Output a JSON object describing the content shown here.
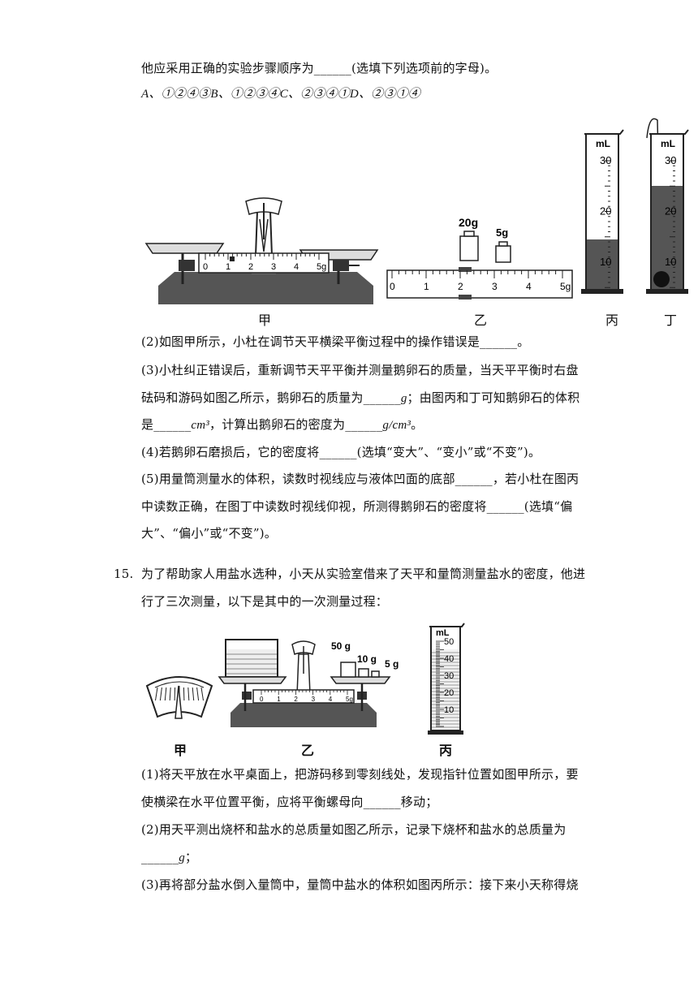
{
  "q14": {
    "line_intro": "他应采用正确的实验步骤顺序为______(选填下列选项前的字母)。",
    "options": "A、①②④③B、①②③④C、②③④①D、②③①④",
    "figure_labels": [
      "甲",
      "乙",
      "丙",
      "丁"
    ],
    "balance_scale_ticks": [
      "0",
      "1",
      "2",
      "3",
      "4",
      "5g"
    ],
    "weights": [
      "20g",
      "5g"
    ],
    "cylinder_unit": "mL",
    "cylinder_ticks": [
      "30",
      "20",
      "10"
    ],
    "q2": "(2)如图甲所示，小杜在调节天平横梁平衡过程中的操作错误是______。",
    "q3_line1": "(3)小杜纠正错误后，重新调节天平平衡并测量鹅卵石的质量，当天平平衡时右盘",
    "q3_line2_a": "砝码和游码如图乙所示，鹅卵石的质量为______",
    "q3_line2_unit": "g",
    "q3_line2_b": "；由图丙和丁可知鹅卵石的体积",
    "q3_line3_a": "是______",
    "q3_line3_unit1": "cm³",
    "q3_line3_b": "，计算出鹅卵石的密度为______",
    "q3_line3_unit2": "g/cm³",
    "q3_line3_c": "。",
    "q4": "(4)若鹅卵石磨损后，它的密度将______(选填“变大”、“变小”或“不变”)。",
    "q5_line1": "(5)用量筒测量水的体积，读数时视线应与液体凹面的底部______，若小杜在图丙",
    "q5_line2": "中读数正确，在图丁中读数时视线仰视，所测得鹅卵石的密度将______(选填“偏",
    "q5_line3": "大”、“偏小”或“不变”)。"
  },
  "q15": {
    "number": "15.",
    "line1": "为了帮助家人用盐水选种，小天从实验室借来了天平和量筒测量盐水的密度，他进",
    "line2": "行了三次测量，以下是其中的一次测量过程：",
    "figure_labels": [
      "甲",
      "乙",
      "丙"
    ],
    "weights": [
      "50 g",
      "10 g",
      "5 g"
    ],
    "cylinder_unit": "mL",
    "cylinder_ticks": [
      "50",
      "40",
      "30",
      "20",
      "10"
    ],
    "scale_ticks": [
      "0",
      "1",
      "2",
      "3",
      "4",
      "5g"
    ],
    "q1_line1": "(1)将天平放在水平桌面上，把游码移到零刻线处，发现指针位置如图甲所示，要",
    "q1_line2": "使横梁在水平位置平衡，应将平衡螺母向______移动；",
    "q2_line1": "(2)用天平测出烧杯和盐水的总质量如图乙所示，记录下烧杯和盐水的总质量为",
    "q2_line2_a": "______",
    "q2_line2_unit": "g",
    "q2_line2_b": "；",
    "q3_line1": "(3)再将部分盐水倒入量筒中，量筒中盐水的体积如图丙所示：接下来小天称得烧"
  }
}
